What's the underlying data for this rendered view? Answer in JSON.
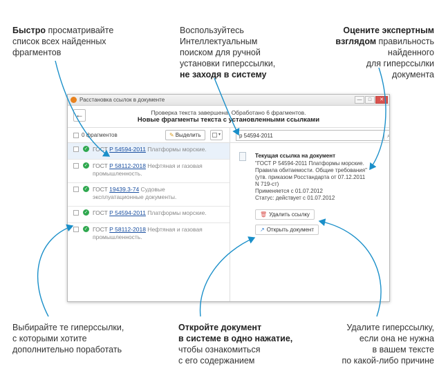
{
  "callouts": {
    "top_left": {
      "bold": "Быстро",
      "l1": " просматривайте",
      "l2": "список всех найденных",
      "l3": "фрагментов"
    },
    "top_middle": {
      "l1": "Воспользуйтесь",
      "l2": "Интеллектуальным",
      "l3": "поиском для ручной",
      "l4": "установки гиперссылки,",
      "bold": "не заходя в систему"
    },
    "top_right": {
      "bold1": "Оцените экспертным",
      "bold2": "взглядом",
      "l2": " правильность",
      "l3": "найденного",
      "l4": "для гиперссылки",
      "l5": "документа"
    },
    "bottom_left": {
      "l1": "Выбирайте те гиперссылки,",
      "l2": "с которыми хотите",
      "l3": "дополнительно поработать"
    },
    "bottom_middle": {
      "bold1": "Откройте документ",
      "bold2": "в системе в одно нажатие,",
      "l3": "чтобы ознакомиться",
      "l4": "с его содержанием"
    },
    "bottom_right": {
      "l1": "Удалите гиперссылку,",
      "l2": "если она не нужна",
      "l3": "в вашем тексте",
      "l4": "по какой-либо причине"
    }
  },
  "window": {
    "title": "Расстановка ссылок в документе",
    "win_min": "—",
    "win_max": "□",
    "win_close": "✕",
    "back_icon": "←",
    "status": "Проверка текста завершена. Обработано 6 фрагментов.",
    "heading": "Новые фрагменты текста с установленными ссылками",
    "fragment_count": "0 фрагментов",
    "select_label": "Выделить",
    "select_dropdown": "▾",
    "search_value": "р 54594-2011",
    "search_icon_glyph": "⌕"
  },
  "list": [
    {
      "pre": "ГОСТ ",
      "link": "Р 54594-2011",
      "desc1": " Платформы морские.",
      "desc2": ""
    },
    {
      "pre": "ГОСТ ",
      "link": "Р 58112-2018",
      "desc1": " Нефтяная и газовая",
      "desc2": "промышленность."
    },
    {
      "pre": "ГОСТ ",
      "link": "19439.3-74",
      "desc1": " Судовые",
      "desc2": "эксплуатационные документы."
    },
    {
      "pre": "ГОСТ ",
      "link": "Р 54594-2011",
      "desc1": " Платформы морские.",
      "desc2": ""
    },
    {
      "pre": "ГОСТ ",
      "link": "Р 58112-2018",
      "desc1": " Нефтяная и газовая",
      "desc2": "промышленность."
    }
  ],
  "details": {
    "heading": "Текущая ссылка на документ",
    "line1": "\"ГОСТ Р 54594-2011 Платформы морские.",
    "line2": "Правила обитаемости. Общие требования\"",
    "line3": "(утв. приказом Росстандарта от 07.12.2011",
    "line4": "N 719-ст)",
    "line5": "Применяется с 01.07.2012",
    "line6": "Статус: действует с 01.07.2012",
    "delete_label": "Удалить ссылку",
    "open_label": "Открыть документ"
  },
  "colors": {
    "arrow": "#1a8fc9",
    "ok": "#2fa84f",
    "link": "#1a4fa0"
  }
}
